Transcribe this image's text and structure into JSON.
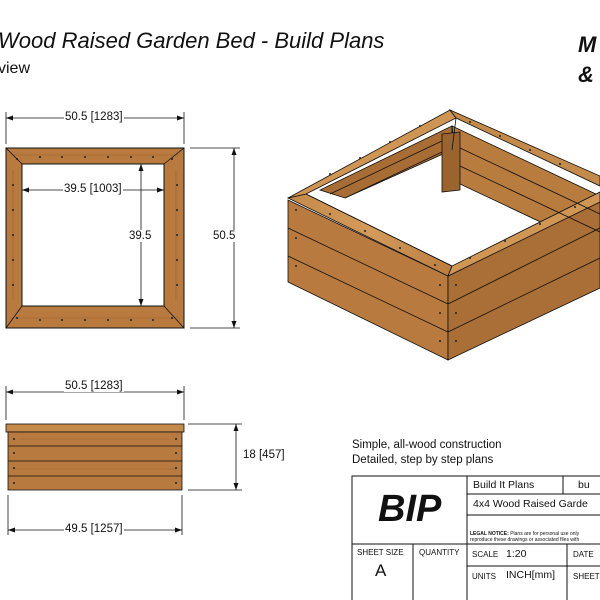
{
  "header": {
    "title": "Wood Raised Garden Bed - Build Plans",
    "subview": "view",
    "brand_line1": "M",
    "brand_line2": "&"
  },
  "top_view": {
    "outer_width": "50.5 [1283]",
    "inner_width": "39.5 [1003]",
    "inner_height": "39.5",
    "outer_height": "50.5"
  },
  "front_view": {
    "top_width": "50.5 [1283]",
    "height": "18 [457]",
    "bottom_width": "49.5 [1257]"
  },
  "notes": {
    "line1": "Simple, all-wood construction",
    "line2": "Detailed, step by step plans"
  },
  "title_block": {
    "logo": "BIP",
    "company": "Build It Plans",
    "company_right": "bu",
    "drawing_title": "4x4 Wood Raised Garde",
    "legal_label": "LEGAL NOTICE:",
    "legal_line1": "Plans are for personal use only",
    "legal_line2": "reproduce these drawings or associated files with",
    "sheet_size_label": "SHEET SIZE",
    "sheet_size_value": "A",
    "quantity_label": "QUANTITY",
    "scale_label": "SCALE",
    "scale_value": "1:20",
    "date_label": "DATE",
    "units_label": "UNITS",
    "units_value": "INCH[mm]",
    "sheet_label": "SHEET"
  },
  "colors": {
    "wood_light": "#c98f4f",
    "wood_mid": "#b07338",
    "wood_dark": "#8a5726",
    "wood_top": "#d7a062",
    "line": "#111111"
  }
}
